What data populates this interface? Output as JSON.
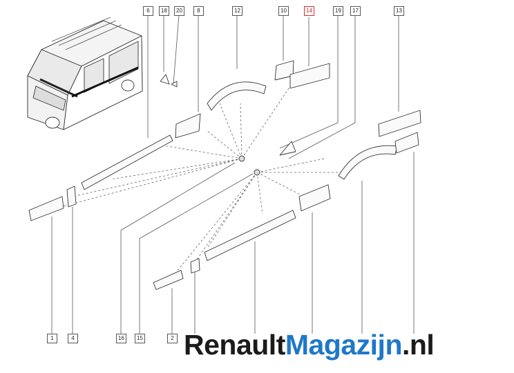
{
  "diagram": {
    "callouts": {
      "c1": "1",
      "c2": "2",
      "c4": "4",
      "c6": "6",
      "c8": "8",
      "c10": "10",
      "c12": "12",
      "c13": "13",
      "c14": "14",
      "c15": "15",
      "c16": "16",
      "c17": "17",
      "c18": "18",
      "c19": "19",
      "c20": "20"
    },
    "highlighted_callout": "14",
    "highlight_color": "#e0282c",
    "line_color": "#555555"
  },
  "watermark": {
    "part1": "Renault",
    "part2": "Magazijn",
    "part3": ".nl",
    "color_dark": "#1b1b1b",
    "color_blue": "#1f78c8"
  }
}
